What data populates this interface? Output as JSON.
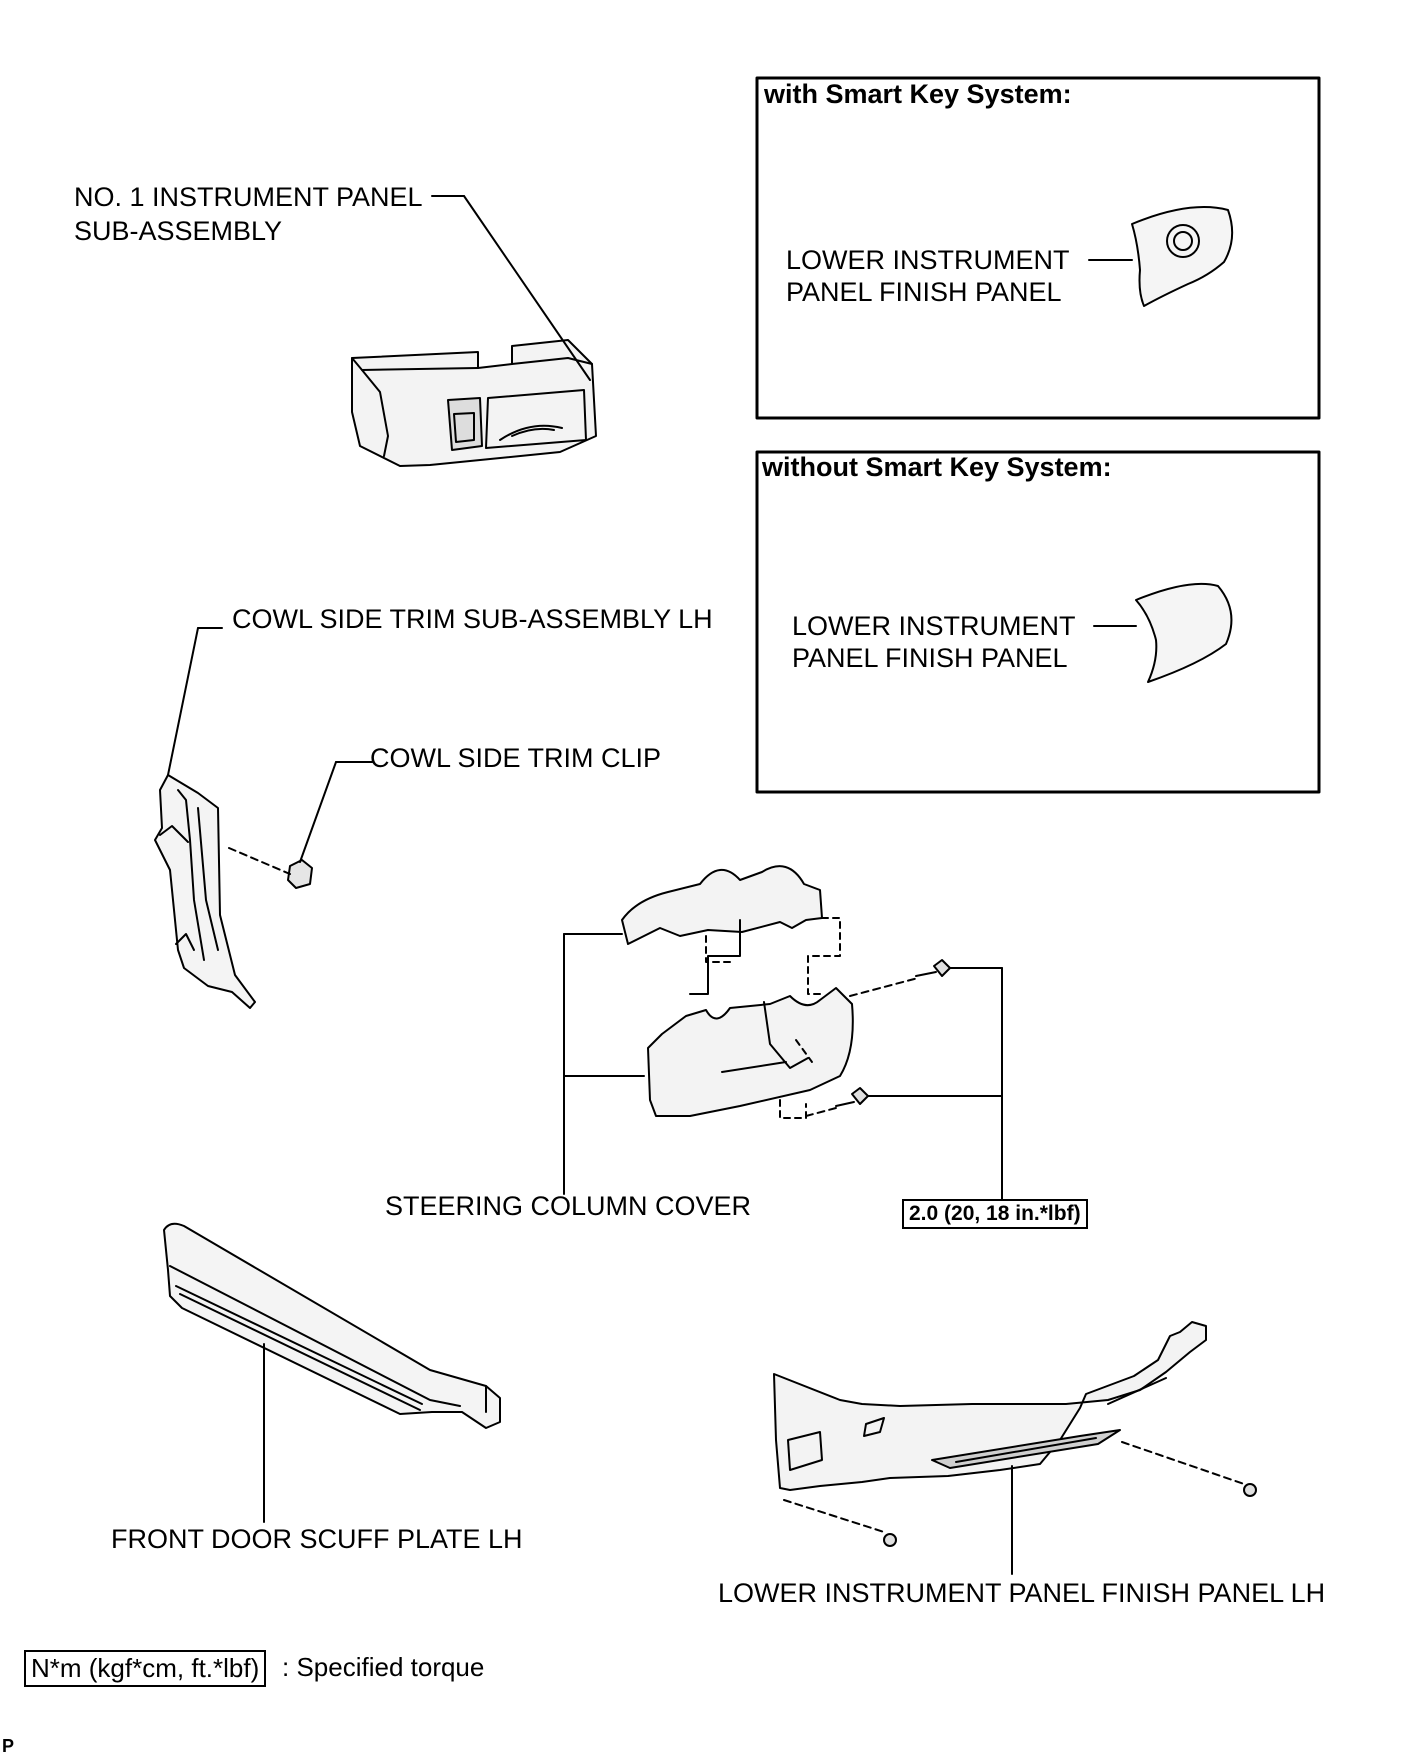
{
  "variants": {
    "with_smart_key": {
      "title": "with Smart Key System:",
      "label_line1": "LOWER INSTRUMENT",
      "label_line2": "PANEL FINISH PANEL"
    },
    "without_smart_key": {
      "title": "without Smart Key System:",
      "label_line1": "LOWER INSTRUMENT",
      "label_line2": "PANEL FINISH PANEL"
    }
  },
  "labels": {
    "instrument_panel_line1": "NO. 1 INSTRUMENT PANEL",
    "instrument_panel_line2": "SUB-ASSEMBLY",
    "cowl_side_trim": "COWL SIDE TRIM SUB-ASSEMBLY LH",
    "cowl_side_trim_clip": "COWL SIDE TRIM CLIP",
    "steering_column_cover": "STEERING COLUMN COVER",
    "front_door_scuff_plate": "FRONT DOOR SCUFF PLATE LH",
    "lower_panel_lh": "LOWER INSTRUMENT PANEL FINISH PANEL LH"
  },
  "torque": {
    "value": "2.0 (20, 18 in.*lbf)"
  },
  "legend": {
    "unit": "N*m (kgf*cm, ft.*lbf)",
    "description": ": Specified torque"
  },
  "corner_code": "P"
}
